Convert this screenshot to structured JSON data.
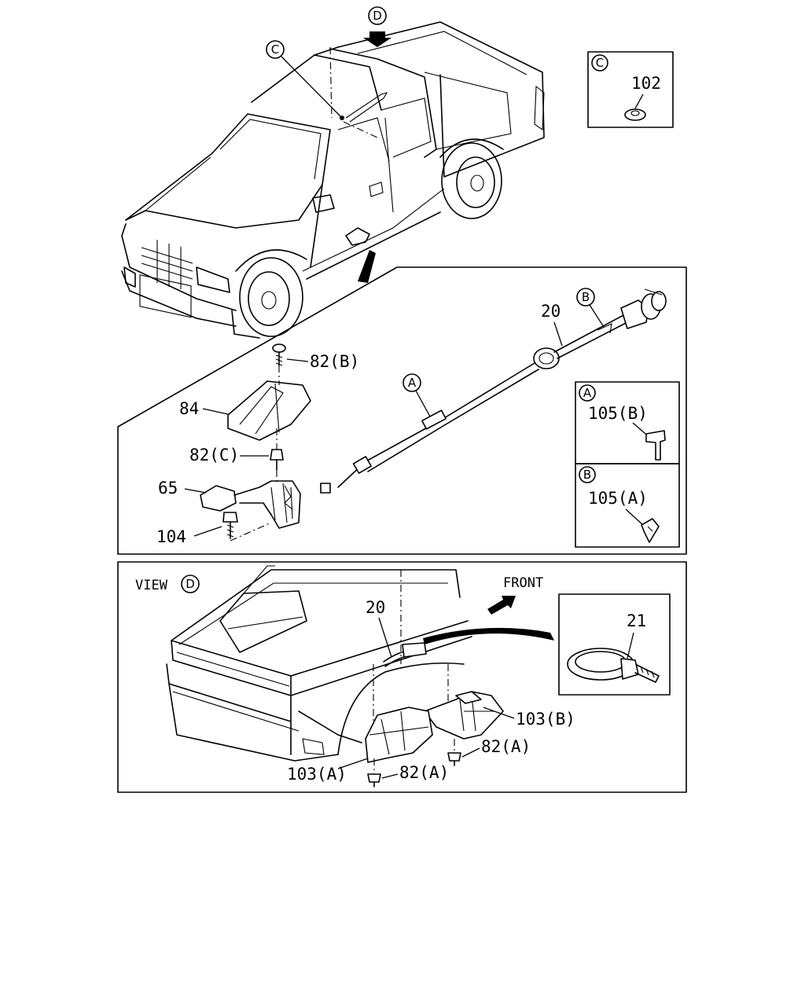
{
  "callouts": {
    "view_d_arrow": "D",
    "c_top": "C",
    "b_top": "B",
    "a_cable": "A",
    "a_inset": "A",
    "b_inset": "B",
    "c_inset": "C",
    "view_circle": "D"
  },
  "labels": {
    "p102": "102",
    "p20_top": "20",
    "p82b": "82(B)",
    "p84": "84",
    "p82c": "82(C)",
    "p65": "65",
    "p104": "104",
    "p105b": "105(B)",
    "p105a": "105(A)",
    "view": "VIEW",
    "front": "FRONT",
    "p20_bottom": "20",
    "p21": "21",
    "p103b": "103(B)",
    "p82a_right": "82(A)",
    "p103a": "103(A)",
    "p82a_left": "82(A)"
  },
  "colors": {
    "line": "#000000",
    "background": "#ffffff"
  }
}
